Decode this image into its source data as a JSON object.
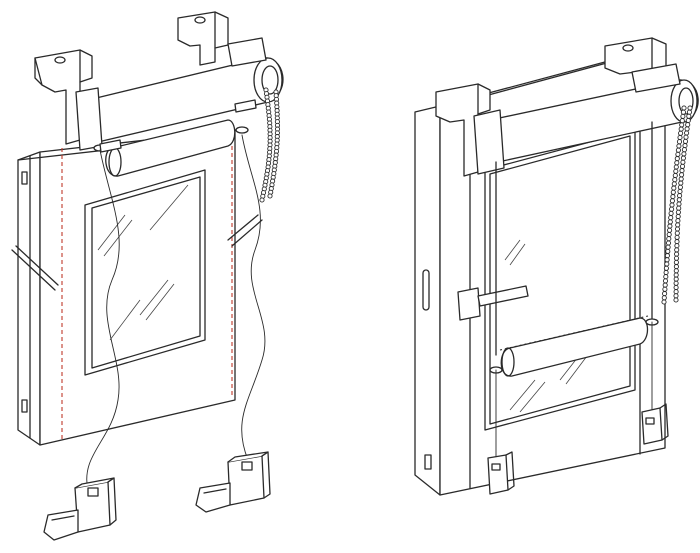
{
  "figure": {
    "panels": [
      {
        "id": "left",
        "subject": "roller-blind-on-window-sash-with-tension-cords"
      },
      {
        "id": "right",
        "subject": "roller-blind-on-door-with-bead-chain"
      }
    ],
    "colors": {
      "line": "#2a2a2a",
      "guide_dashed": "#c0392b",
      "background": "#ffffff"
    }
  }
}
